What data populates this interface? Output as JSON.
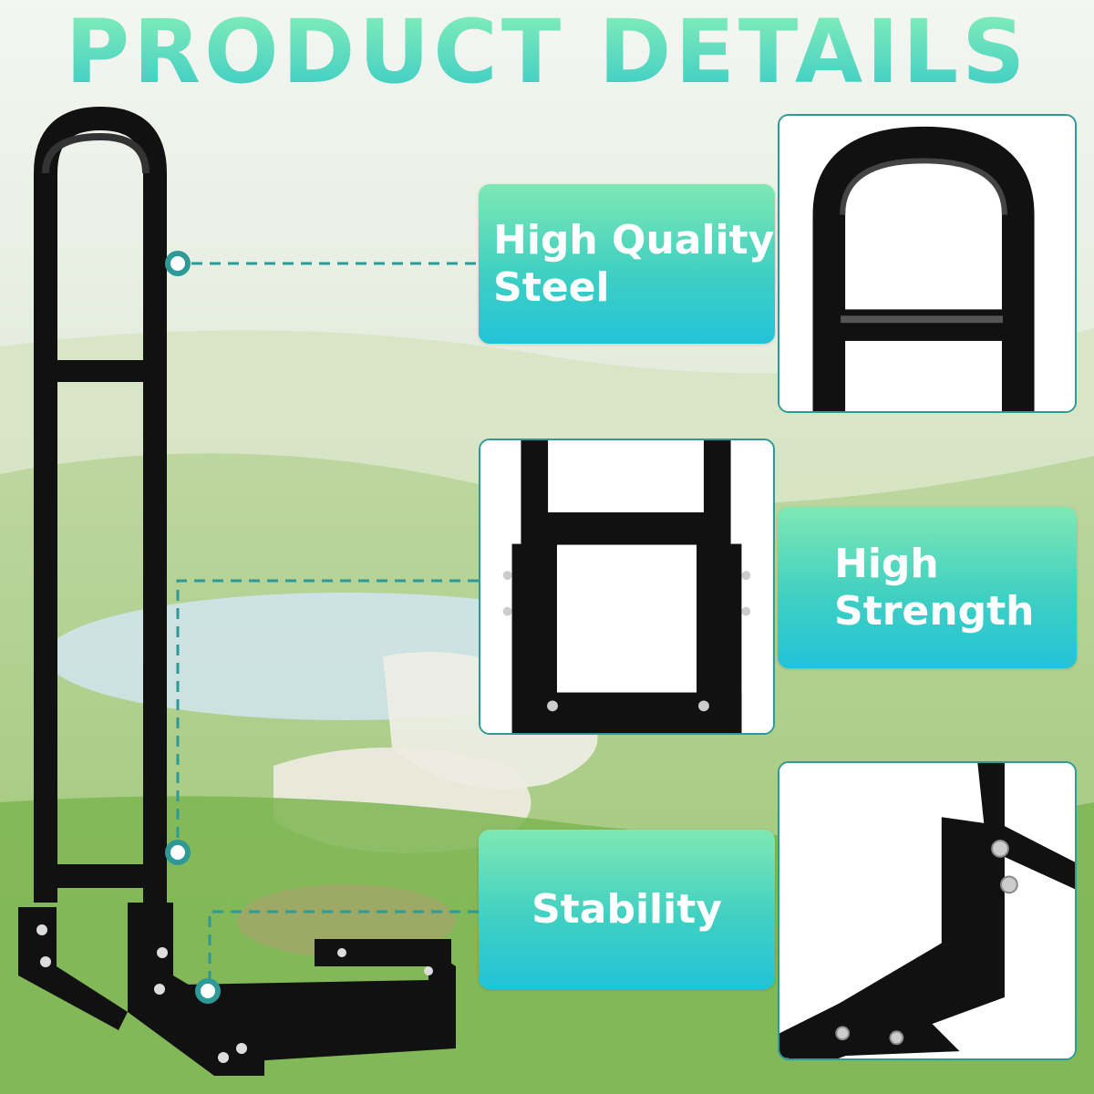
{
  "heading": {
    "title": "PRODUCT DETAILS"
  },
  "features": [
    {
      "id": "steel",
      "line1": "High Quality",
      "line2": "Steel"
    },
    {
      "id": "strength",
      "line1": "High",
      "line2": "Strength"
    },
    {
      "id": "stability",
      "line1": "Stability",
      "line2": ""
    }
  ],
  "colors": {
    "accent_top": "#7fe8b4",
    "accent_bottom": "#22c3d8",
    "connector": "#2d9a97",
    "steel": "#111111"
  },
  "icons": [
    "callout-dot-icon",
    "dashed-connector"
  ]
}
